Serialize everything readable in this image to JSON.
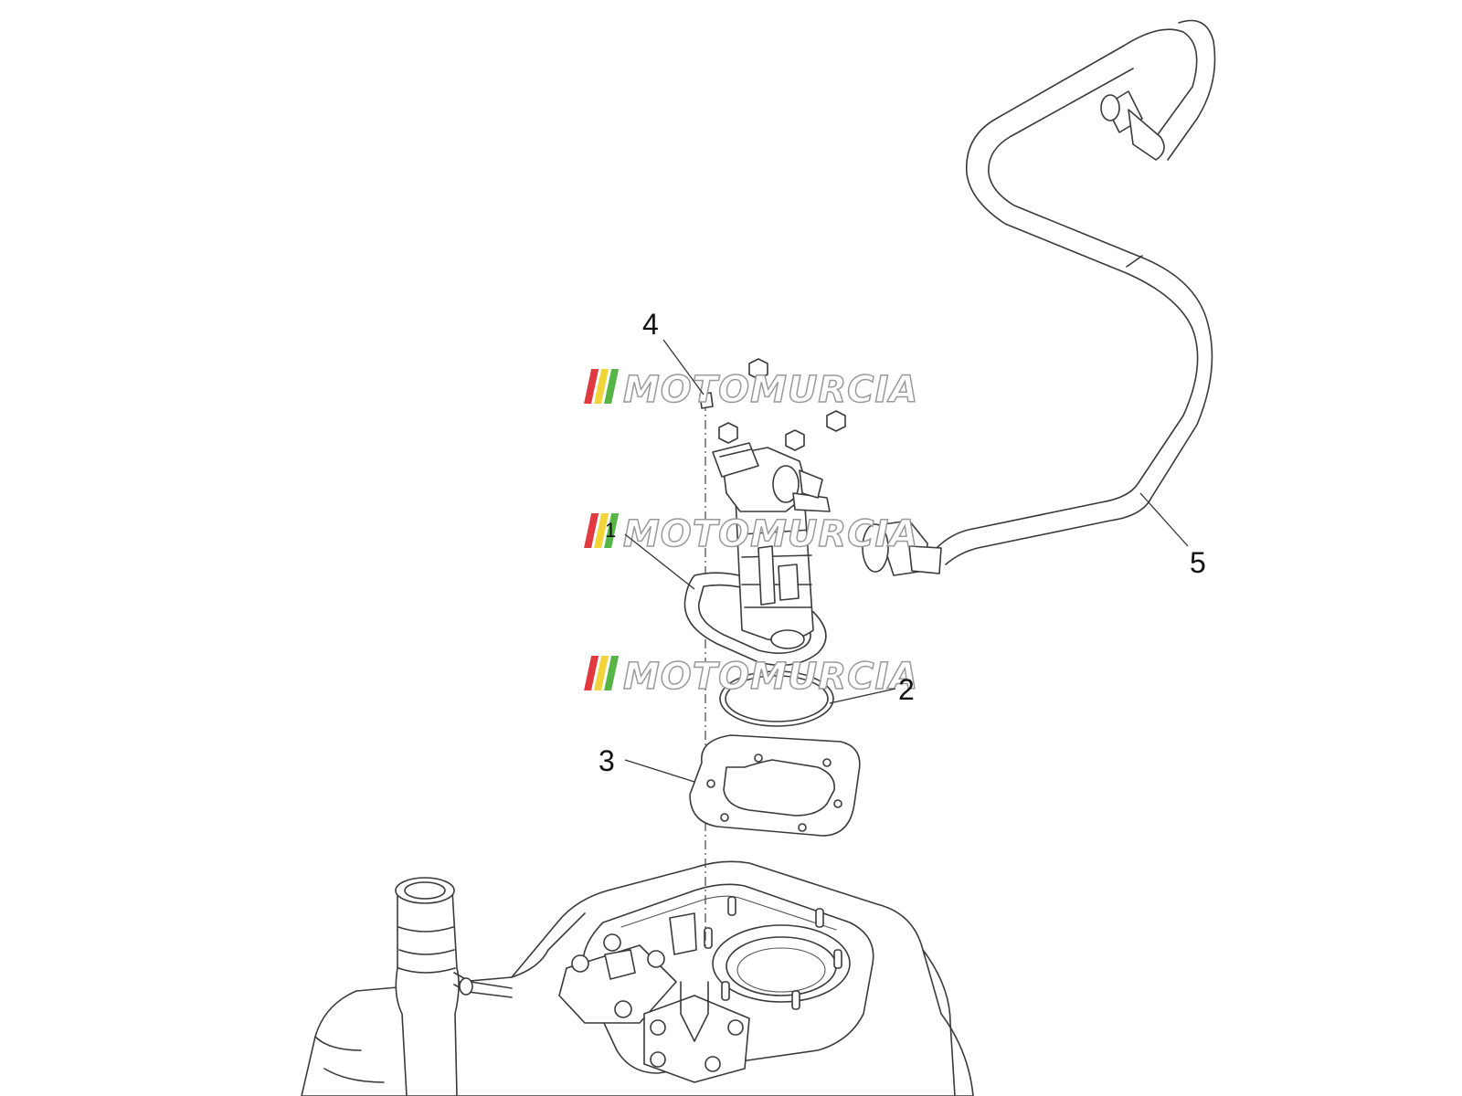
{
  "diagram": {
    "callouts": [
      {
        "id": "1",
        "label": "1"
      },
      {
        "id": "2",
        "label": "2"
      },
      {
        "id": "3",
        "label": "3"
      },
      {
        "id": "4",
        "label": "4"
      },
      {
        "id": "5",
        "label": "5"
      }
    ]
  },
  "watermark": {
    "text": "MOTOMURCIA",
    "colors": [
      "#e2383f",
      "#f0d43a",
      "#57b447"
    ]
  }
}
